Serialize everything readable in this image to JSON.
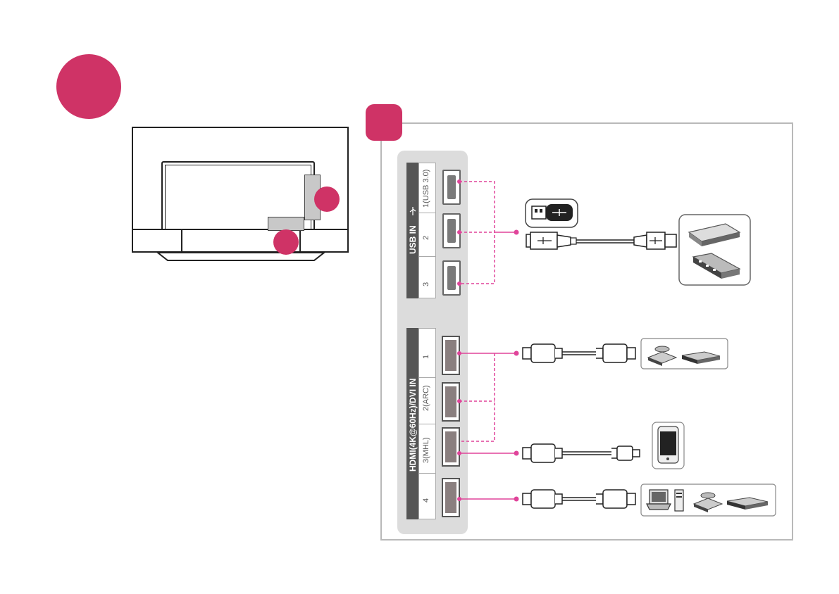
{
  "colors": {
    "accent": "#cf3366",
    "line": "#e0449a",
    "cable": "#222222"
  },
  "usb_group": {
    "title": "USB IN",
    "icon": "usb-trident-icon",
    "ports": [
      "1(USB 3.0)",
      "2",
      "3"
    ]
  },
  "hdmi_group": {
    "title": "HDMI(4K@60Hz)/DVI IN",
    "ports": [
      "1",
      "2(ARC)",
      "3(MHL)",
      "4"
    ]
  },
  "devices": {
    "usb": [
      "usb-flash-drive-icon",
      "external-hdd-icon",
      "usb-hub-icon"
    ],
    "hdmi_1": [
      "dvd-player-icon",
      "set-top-box-icon"
    ],
    "hdmi_3": [
      "smartphone-icon"
    ],
    "hdmi_4": [
      "laptop-icon",
      "pc-tower-icon",
      "dvd-player-icon",
      "set-top-box-icon"
    ]
  }
}
